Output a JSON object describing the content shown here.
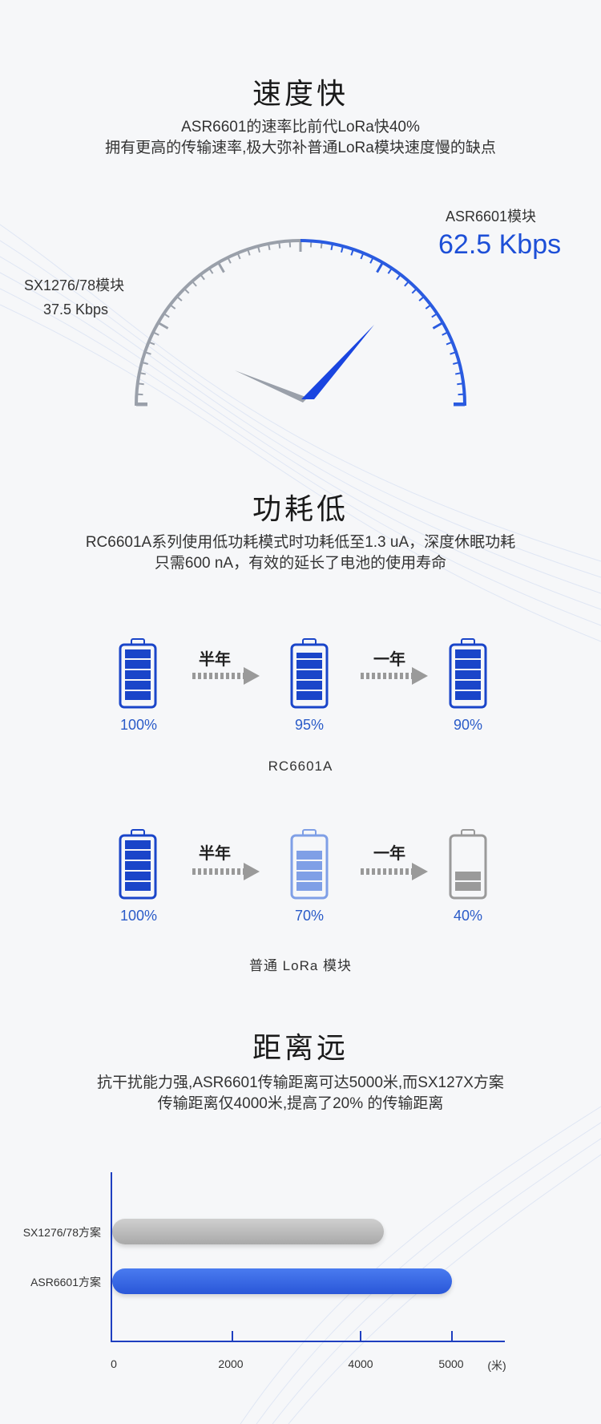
{
  "speed": {
    "title": "速度快",
    "desc_line1": "ASR6601的速率比前代LoRa快40%",
    "desc_line2": "拥有更高的传输速率,极大弥补普通LoRa模块速度慢的缺点",
    "left_module": "SX1276/78模块",
    "left_rate": "37.5 Kbps",
    "right_module": "ASR6601模块",
    "right_rate": "62.5 Kbps",
    "left_value": 37.5,
    "right_value": 62.5,
    "gauge_max": 62.5
  },
  "power": {
    "title": "功耗低",
    "desc_line1": "RC6601A系列使用低功耗模式时功耗低至1.3 uA，深度休眠功耗",
    "desc_line2": "只需600 nA，有效的延长了电池的使用寿命",
    "rows": [
      {
        "caption": "RC6601A",
        "arrow1": "半年",
        "arrow2": "一年",
        "batteries": [
          {
            "pct": "100%",
            "level": 1.0,
            "color": "#1a45c9"
          },
          {
            "pct": "95%",
            "level": 0.95,
            "color": "#1a45c9"
          },
          {
            "pct": "90%",
            "level": 0.9,
            "color": "#1a45c9"
          }
        ]
      },
      {
        "caption": "普通 LoRa 模块",
        "arrow1": "半年",
        "arrow2": "一年",
        "batteries": [
          {
            "pct": "100%",
            "level": 1.0,
            "color": "#1a45c9"
          },
          {
            "pct": "70%",
            "level": 0.7,
            "color": "#7f9fe6"
          },
          {
            "pct": "40%",
            "level": 0.4,
            "color": "#9a9a9a"
          }
        ]
      }
    ]
  },
  "distance": {
    "title": "距离远",
    "desc_line1": "抗干扰能力强,ASR6601传输距离可达5000米,而SX127X方案",
    "desc_line2": "传输距离仅4000米,提高了20% 的传输距离",
    "chart_data": {
      "type": "bar",
      "orientation": "horizontal",
      "categories": [
        "SX1276/78方案",
        "ASR6601方案"
      ],
      "values": [
        4000,
        5000
      ],
      "xticks": [
        "0",
        "2000",
        "4000",
        "5000"
      ],
      "xunit": "(米)",
      "xlim": [
        0,
        5600
      ],
      "colors": [
        "#b4b4b4",
        "#3566e0"
      ]
    }
  }
}
